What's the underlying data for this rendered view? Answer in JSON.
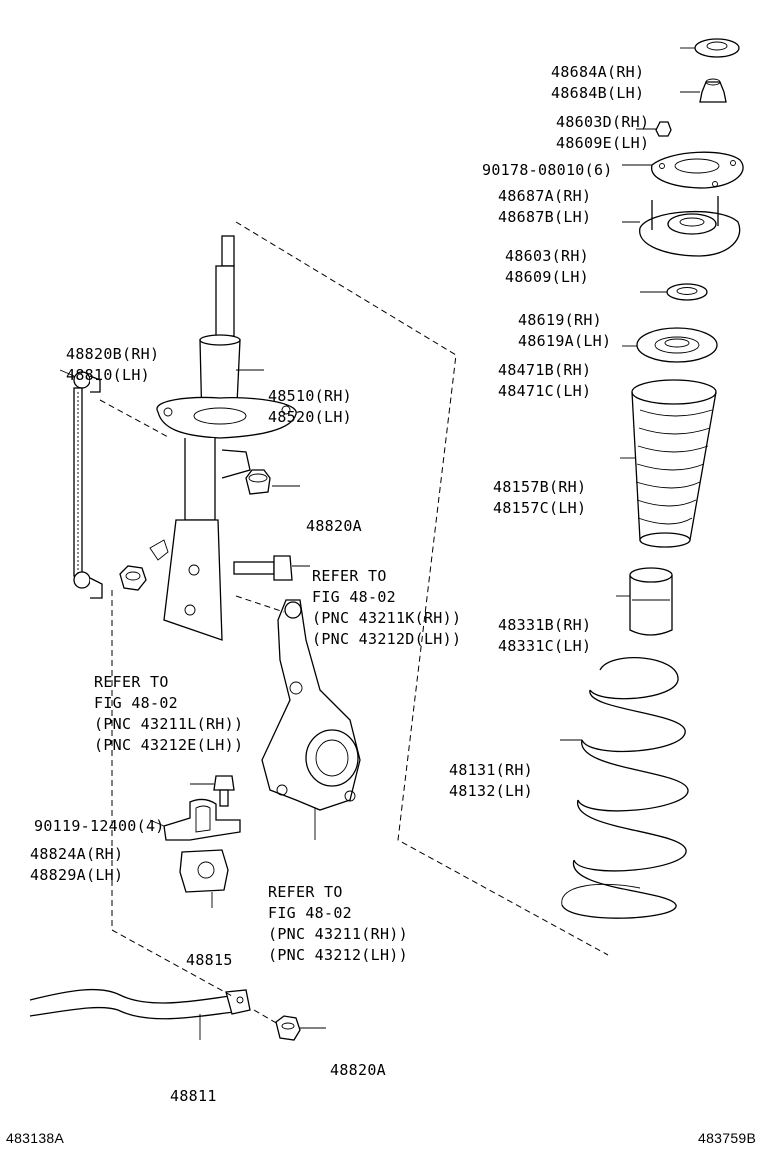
{
  "labels": {
    "upper_mount": [
      "48684A(RH)",
      "48684B(LH)"
    ],
    "bearing_bush": [
      "48603D(RH)",
      "48609E(LH)"
    ],
    "nut_top": "90178-08010(6)",
    "insulator": [
      "48687A(RH)",
      "48687B(LH)"
    ],
    "support": [
      "48603(RH)",
      "48609(LH)"
    ],
    "bearing": [
      "48619(RH)",
      "48619A(LH)"
    ],
    "spring_seat": [
      "48471B(RH)",
      "48471C(LH)"
    ],
    "boot": [
      "48157B(RH)",
      "48157C(LH)"
    ],
    "bump_stop": [
      "48331B(RH)",
      "48331C(LH)"
    ],
    "coil_spring": [
      "48131(RH)",
      "48132(LH)"
    ],
    "stab_link": [
      "48820B(RH)",
      "48810(LH)"
    ],
    "shock_absorber": [
      "48510(RH)",
      "48520(LH)"
    ],
    "nut_link": "48820A",
    "refer_bolt": [
      "REFER TO",
      "FIG 48-02",
      "(PNC 43211K(RH))",
      "(PNC 43212D(LH))"
    ],
    "refer_nut": [
      "REFER TO",
      "FIG 48-02",
      "(PNC 43211L(RH))",
      "(PNC 43212E(LH))"
    ],
    "bolt_bracket": "90119-12400(4)",
    "bracket": [
      "48824A(RH)",
      "48829A(LH)"
    ],
    "bushing": "48815",
    "refer_knuckle": [
      "REFER TO",
      "FIG 48-02",
      "(PNC 43211(RH))",
      "(PNC 43212(LH))"
    ],
    "stabilizer_bar": "48811",
    "nut_bar": "48820A",
    "ref_left": "483138A",
    "ref_right": "483759B"
  }
}
